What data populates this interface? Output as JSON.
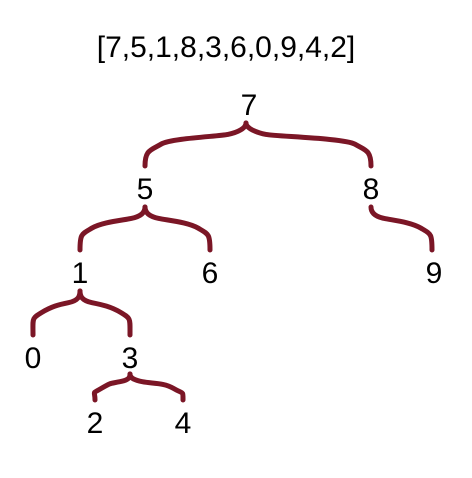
{
  "title": "[7,5,1,8,3,6,0,9,4,2]",
  "colors": {
    "edge": "#7b1626",
    "text": "#000000",
    "background": "#ffffff"
  },
  "tree": {
    "nodes": [
      {
        "id": "n7",
        "label": "7"
      },
      {
        "id": "n5",
        "label": "5"
      },
      {
        "id": "n8",
        "label": "8"
      },
      {
        "id": "n1",
        "label": "1"
      },
      {
        "id": "n6",
        "label": "6"
      },
      {
        "id": "n9",
        "label": "9"
      },
      {
        "id": "n0",
        "label": "0"
      },
      {
        "id": "n3",
        "label": "3"
      },
      {
        "id": "n2",
        "label": "2"
      },
      {
        "id": "n4",
        "label": "4"
      }
    ],
    "edges": [
      {
        "from": "n7",
        "to": "n5"
      },
      {
        "from": "n7",
        "to": "n8"
      },
      {
        "from": "n5",
        "to": "n1"
      },
      {
        "from": "n5",
        "to": "n6"
      },
      {
        "from": "n8",
        "to": "n9"
      },
      {
        "from": "n1",
        "to": "n0"
      },
      {
        "from": "n1",
        "to": "n3"
      },
      {
        "from": "n3",
        "to": "n2"
      },
      {
        "from": "n3",
        "to": "n4"
      }
    ]
  }
}
